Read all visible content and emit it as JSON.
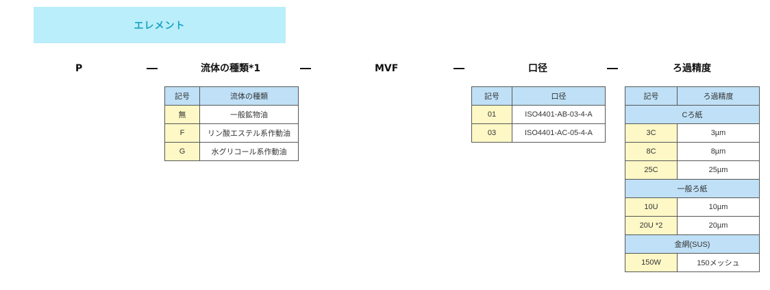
{
  "banner": {
    "label": "エレメント"
  },
  "code": {
    "segments": [
      "P",
      "流体の種類*1",
      "MVF",
      "口径",
      "ろ過精度"
    ]
  },
  "fluid_table": {
    "headers": [
      "記号",
      "流体の種類"
    ],
    "rows": [
      {
        "code": "無",
        "value": "一般鉱物油"
      },
      {
        "code": "F",
        "value": "リン酸エステル系作動油"
      },
      {
        "code": "G",
        "value": "水グリコール系作動油"
      }
    ]
  },
  "port_table": {
    "headers": [
      "記号",
      "口径"
    ],
    "rows": [
      {
        "code": "01",
        "value": "ISO4401-AB-03-4-A"
      },
      {
        "code": "03",
        "value": "ISO4401-AC-05-4-A"
      }
    ]
  },
  "filtration_table": {
    "headers": [
      "記号",
      "ろ過精度"
    ],
    "groups": [
      {
        "name": "Cろ紙",
        "rows": [
          {
            "code": "3C",
            "value": "3µm"
          },
          {
            "code": "8C",
            "value": "8µm"
          },
          {
            "code": "25C",
            "value": "25µm"
          }
        ]
      },
      {
        "name": "一般ろ紙",
        "rows": [
          {
            "code": "10U",
            "value": "10µm"
          },
          {
            "code": "20U *2",
            "value": "20µm"
          }
        ]
      },
      {
        "name": "金網(SUS)",
        "rows": [
          {
            "code": "150W",
            "value": "150メッシュ"
          }
        ]
      }
    ]
  }
}
